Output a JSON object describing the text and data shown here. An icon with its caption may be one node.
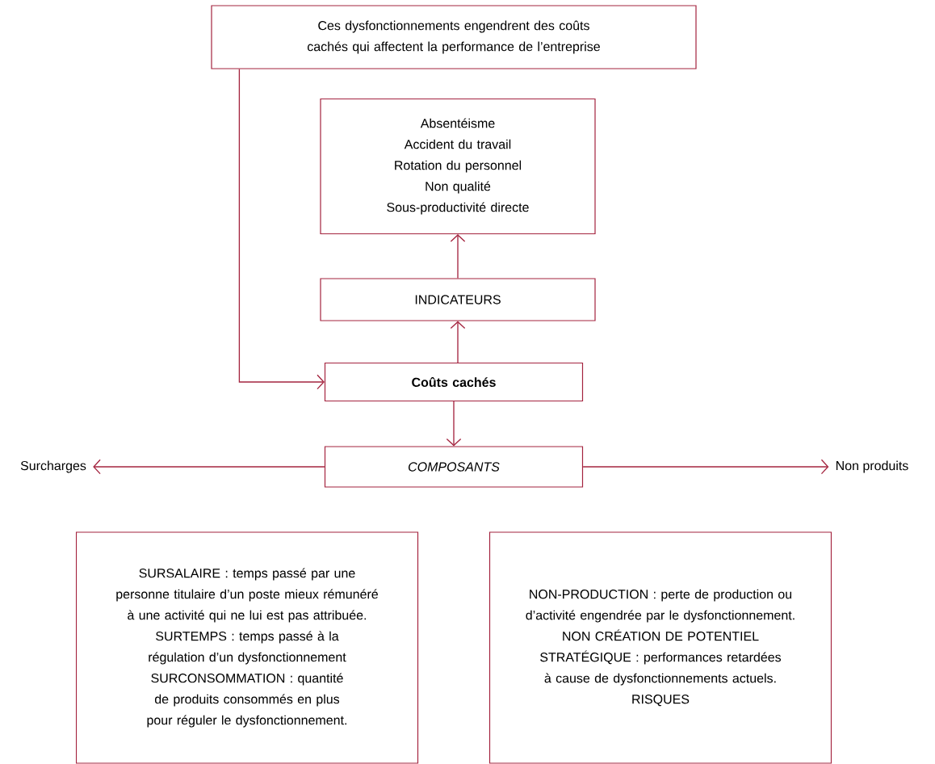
{
  "diagram": {
    "nodes": [
      {
        "text": [
          "Ces dysfonctionnements engendrent des coûts cachés qui affectent la performance de l’entreprise"
        ]
      },
      {
        "text": [
          "Absentéisme",
          "Accident du travail",
          "Rotation du personnel",
          "Non qualité",
          "Sous-productivité directe"
        ]
      },
      {
        "text": [
          "INDICATEURS"
        ]
      },
      {
        "text": [
          "Coûts cachés"
        ]
      },
      {
        "text": [
          "COMPOSANTS"
        ]
      },
      {
        "text": [
          "Surcharges"
        ]
      },
      {
        "text": [
          "Non produits"
        ]
      },
      {
        "text": [
          "SURSALAIRE : temps passé par une personne titulaire d’un poste mieux rémunéré à une activité qui ne lui est pas attribuée.",
          "SURTEMPS : temps passé à la régulation d’un dysfonctionnement",
          "SURCONSOMMATION : quantité de produits consommés en plus pour réguler le dysfonctionnement."
        ]
      },
      {
        "text": [
          "NON-PRODUCTION : perte de production ou d’activité engendrée par le dysfonctionnement.",
          "NON CRÉATION DE POTENTIEL STRATÉGIQUE : performances retardées à cause de dysfonctionnements actuels.",
          "RISQUES"
        ]
      }
    ],
    "edges": [
      {
        "from": 0,
        "to": 3,
        "arrow": "to"
      },
      {
        "from": 3,
        "to": 2,
        "arrow": "to"
      },
      {
        "from": 2,
        "to": 1,
        "arrow": "to"
      },
      {
        "from": 3,
        "to": 4,
        "arrow": "to"
      },
      {
        "from": 4,
        "to": 5,
        "arrow": "to"
      },
      {
        "from": 4,
        "to": 6,
        "arrow": "to"
      }
    ]
  }
}
